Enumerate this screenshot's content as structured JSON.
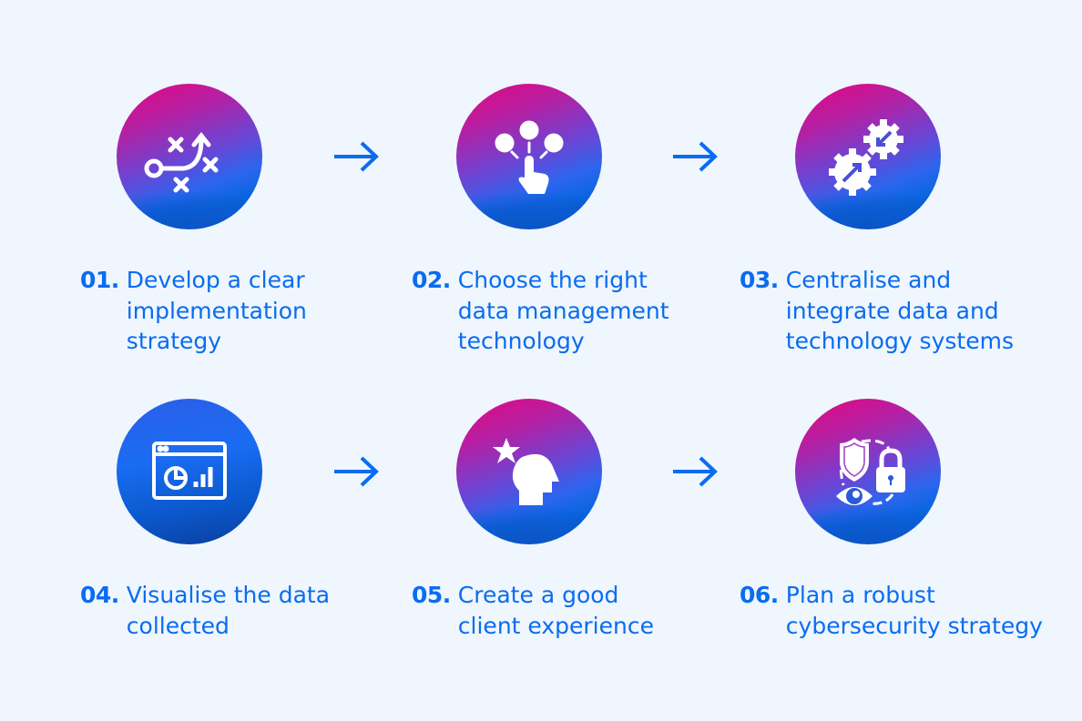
{
  "accent_color": "#0a6cf0",
  "steps": [
    {
      "number": "01.",
      "text": "Develop a clear\nimplementation\nstrategy",
      "icon": "strategy-play-icon"
    },
    {
      "number": "02.",
      "text": "Choose the right\ndata management\ntechnology",
      "icon": "hand-select-icon"
    },
    {
      "number": "03.",
      "text": "Centralise and\nintegrate data and\ntechnology systems",
      "icon": "gears-icon"
    },
    {
      "number": "04.",
      "text": "Visualise the data\ncollected",
      "icon": "dashboard-icon"
    },
    {
      "number": "05.",
      "text": "Create a good\nclient experience",
      "icon": "head-star-icon"
    },
    {
      "number": "06.",
      "text": "Plan a robust\ncybersecurity strategy",
      "icon": "security-icon"
    }
  ]
}
